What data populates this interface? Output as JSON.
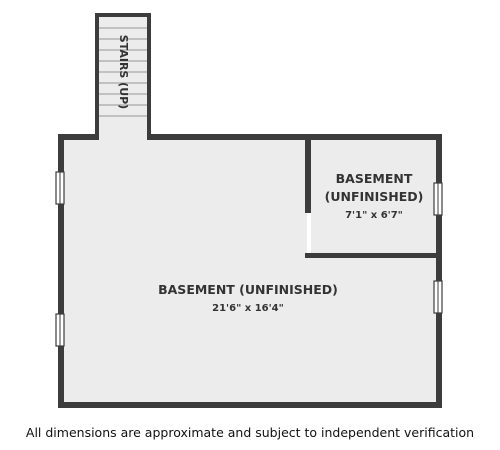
{
  "colors": {
    "wall": "#3c3c3c",
    "floor": "#ececec",
    "window_fill": "#ffffff",
    "door_gap": "#ffffff",
    "text": "#333333"
  },
  "stairs": {
    "label": "STAIRS (UP)"
  },
  "rooms": [
    {
      "name": "BASEMENT (UNFINISHED)",
      "dimensions": "21'6\" x 16'4\""
    },
    {
      "name_line1": "BASEMENT",
      "name_line2": "(UNFINISHED)",
      "dimensions": "7'1\" x 6'7\""
    }
  ],
  "footer": {
    "disclaimer": "All dimensions are approximate and subject to independent verification"
  }
}
